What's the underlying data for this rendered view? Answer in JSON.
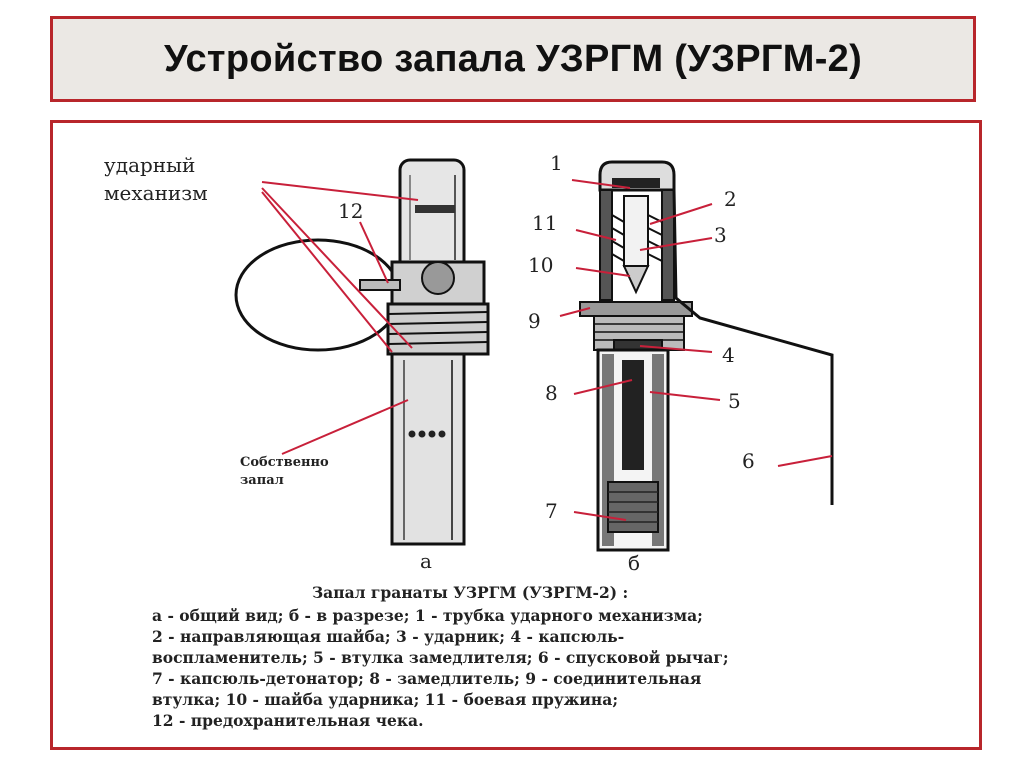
{
  "title": "Устройство запала УЗРГМ (УЗРГМ-2)",
  "labels": {
    "mechanism_line1": "ударный",
    "mechanism_line2": "механизм",
    "n12": "12",
    "own_fuse_line1": "Собственно",
    "own_fuse_line2": "запал",
    "view_a": "а",
    "view_b": "б",
    "n1": "1",
    "n2": "2",
    "n3": "3",
    "n4": "4",
    "n5": "5",
    "n6": "6",
    "n7": "7",
    "n8": "8",
    "n9": "9",
    "n10": "10",
    "n11": "11"
  },
  "caption": {
    "title": "Запал гранаты УЗРГМ (УЗРГМ-2) :",
    "lines": [
      "а - общий вид; б - в разрезе; 1 - трубка ударного механизма;",
      "2 - направляющая шайба; 3 - ударник; 4 - капсюль-",
      "воспламенитель; 5 - втулка замедлителя; 6 - спусковой рычаг;",
      "7 - капсюль-детонатор; 8 - замедлитель; 9 - соединительная",
      "втулка; 10 - шайба ударника; 11 - боевая пружина;",
      "12 - предохранительная чека."
    ]
  },
  "colors": {
    "frame_border": "#b8262b",
    "title_bg": "#ebe8e4",
    "leader_line": "#c8203a",
    "ink": "#111111"
  }
}
